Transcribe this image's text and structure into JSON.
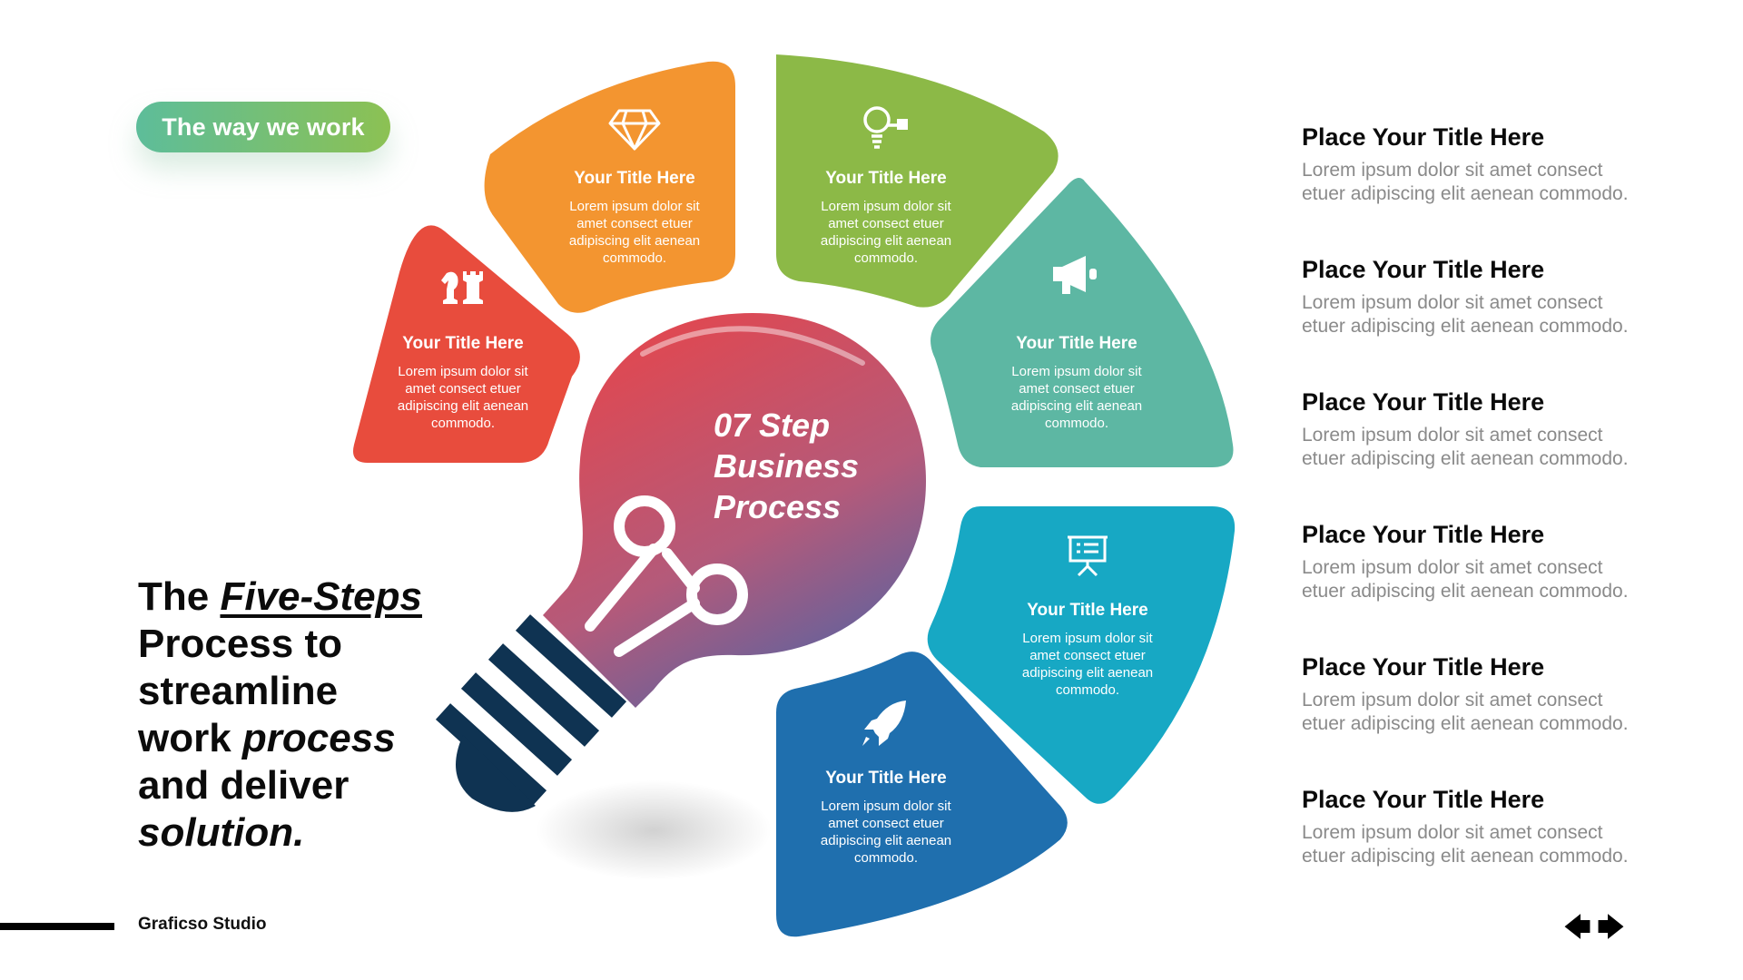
{
  "badge": {
    "label": "The way we work"
  },
  "headline": {
    "l1_pre": "The ",
    "l1_em": "Five-Steps",
    "l2": "Process to",
    "l3": "streamline",
    "l4_pre": "work ",
    "l4_em": "process",
    "l5": "and deliver",
    "l6": "solution."
  },
  "footer": {
    "brand": "Graficso Studio"
  },
  "nav": {
    "prev_icon": "arrow-left-icon",
    "next_icon": "arrow-right-icon",
    "prev": "🡄",
    "next": "🡆"
  },
  "bulb": {
    "line1": "07 Step",
    "line2": "Business",
    "line3": "Process"
  },
  "segments": [
    {
      "color": "#e84c3d",
      "icon": "chess-icon",
      "title": "Your Title Here",
      "body": "Lorem ipsum dolor sit amet consect etuer adipiscing elit aenean commodo."
    },
    {
      "color": "#f39530",
      "icon": "diamond-icon",
      "title": "Your Title Here",
      "body": "Lorem ipsum dolor sit amet consect etuer adipiscing elit aenean commodo."
    },
    {
      "color": "#8cb947",
      "icon": "lightbulb-icon",
      "title": "Your Title Here",
      "body": "Lorem ipsum dolor sit amet consect etuer adipiscing elit aenean commodo."
    },
    {
      "color": "#5db7a3",
      "icon": "megaphone-icon",
      "title": "Your Title Here",
      "body": "Lorem ipsum dolor sit amet consect etuer adipiscing elit aenean commodo."
    },
    {
      "color": "#17a8c4",
      "icon": "presentation-icon",
      "title": "Your Title Here",
      "body": "Lorem ipsum dolor sit amet consect etuer adipiscing elit aenean commodo."
    },
    {
      "color": "#1f6fae",
      "icon": "rocket-icon",
      "title": "Your Title Here",
      "body": "Lorem ipsum dolor sit amet consect etuer adipiscing elit aenean commodo."
    }
  ],
  "list": [
    {
      "title": "Place Your Title Here",
      "body": "Lorem ipsum dolor sit amet consect etuer adipiscing elit aenean commodo."
    },
    {
      "title": "Place Your Title Here",
      "body": "Lorem ipsum dolor sit amet consect etuer adipiscing elit aenean commodo."
    },
    {
      "title": "Place Your Title Here",
      "body": "Lorem ipsum dolor sit amet consect etuer adipiscing elit aenean commodo."
    },
    {
      "title": "Place Your Title Here",
      "body": "Lorem ipsum dolor sit amet consect etuer adipiscing elit aenean commodo."
    },
    {
      "title": "Place Your Title Here",
      "body": "Lorem ipsum dolor sit amet consect etuer adipiscing elit aenean commodo."
    },
    {
      "title": "Place Your Title Here",
      "body": "Lorem ipsum dolor sit amet consect etuer adipiscing elit aenean commodo."
    }
  ],
  "colors": {
    "bulb_top": "#e2474f",
    "bulb_bottom": "#4d64a6",
    "bulb_base": "#0f3352",
    "badge_from": "#5dbd9a",
    "badge_to": "#8cc153"
  }
}
